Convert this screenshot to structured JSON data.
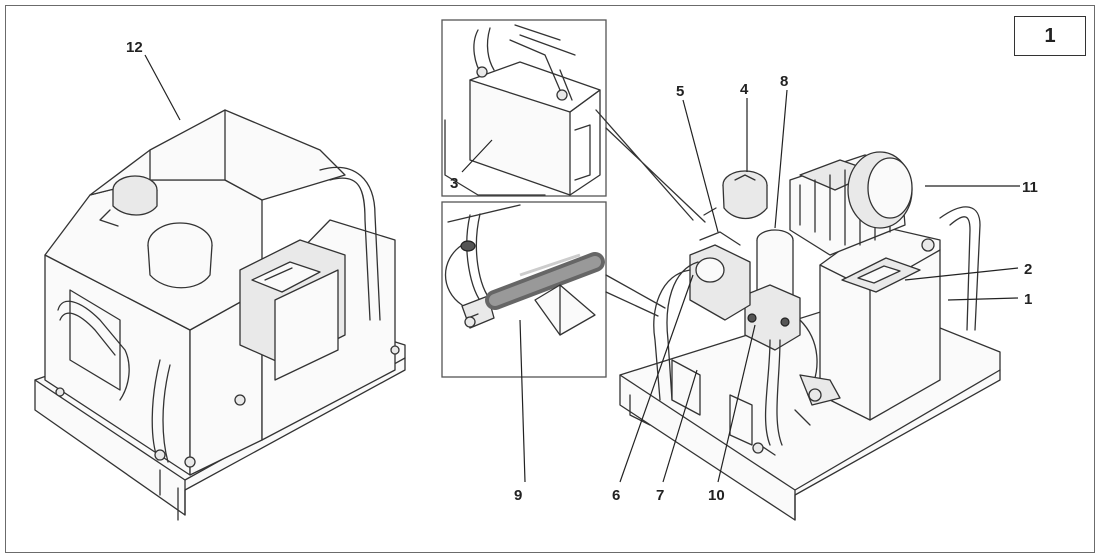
{
  "figure_number": "1",
  "callouts": {
    "c1": "1",
    "c2": "2",
    "c3": "3",
    "c4": "4",
    "c5": "5",
    "c6": "6",
    "c7": "7",
    "c8": "8",
    "c9": "9",
    "c10": "10",
    "c11": "11",
    "c12": "12"
  }
}
